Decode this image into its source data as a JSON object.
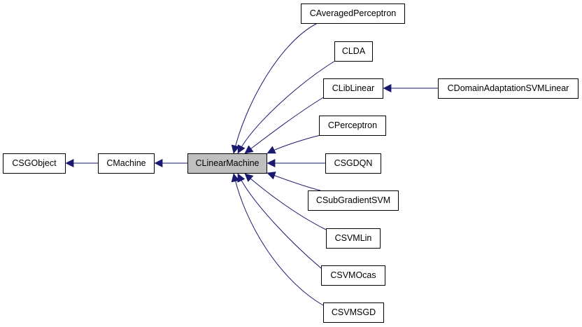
{
  "nodes": {
    "csgobject": "CSGObject",
    "cmachine": "CMachine",
    "clinearmachine": "CLinearMachine",
    "caveragedperceptron": "CAveragedPerceptron",
    "clda": "CLDA",
    "cliblinear": "CLibLinear",
    "cdomainadaptationsvmlinear": "CDomainAdaptationSVMLinear",
    "cperceptron": "CPerceptron",
    "csgdqn": "CSGDQN",
    "csubgradientsvm": "CSubGradientSVM",
    "csvmlin": "CSVMLin",
    "csvmocas": "CSVMOcas",
    "csvmsgd": "CSVMSGD"
  },
  "colors": {
    "edge": "#191970",
    "highlight_fill": "#bfbfbf",
    "node_border": "#000000"
  }
}
